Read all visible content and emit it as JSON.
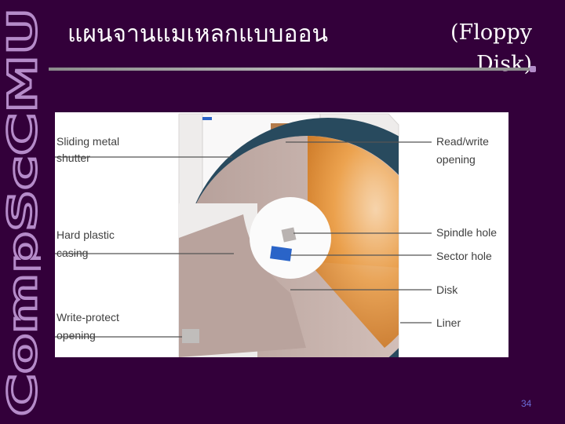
{
  "slide": {
    "brand_text": "CompScCMU",
    "title_thai": "แผนจานแมเหลกแบบออน",
    "title_english": "(Floppy Disk)",
    "page_number": "34"
  },
  "diagram": {
    "labels": {
      "sliding_shutter_1": "Sliding metal",
      "sliding_shutter_2": "shutter",
      "hard_casing_1": "Hard plastic",
      "hard_casing_2": "casing",
      "write_protect_1": "Write-protect",
      "write_protect_2": "opening",
      "read_write_1": "Read/write",
      "read_write_2": "opening",
      "spindle_hole": "Spindle hole",
      "sector_hole": "Sector hole",
      "disk": "Disk",
      "liner": "Liner"
    },
    "colors": {
      "casing": "#f1efee",
      "disk_orange": "#e88a2e",
      "liner": "#284a5e",
      "sector_hole": "#2a64c8"
    }
  }
}
